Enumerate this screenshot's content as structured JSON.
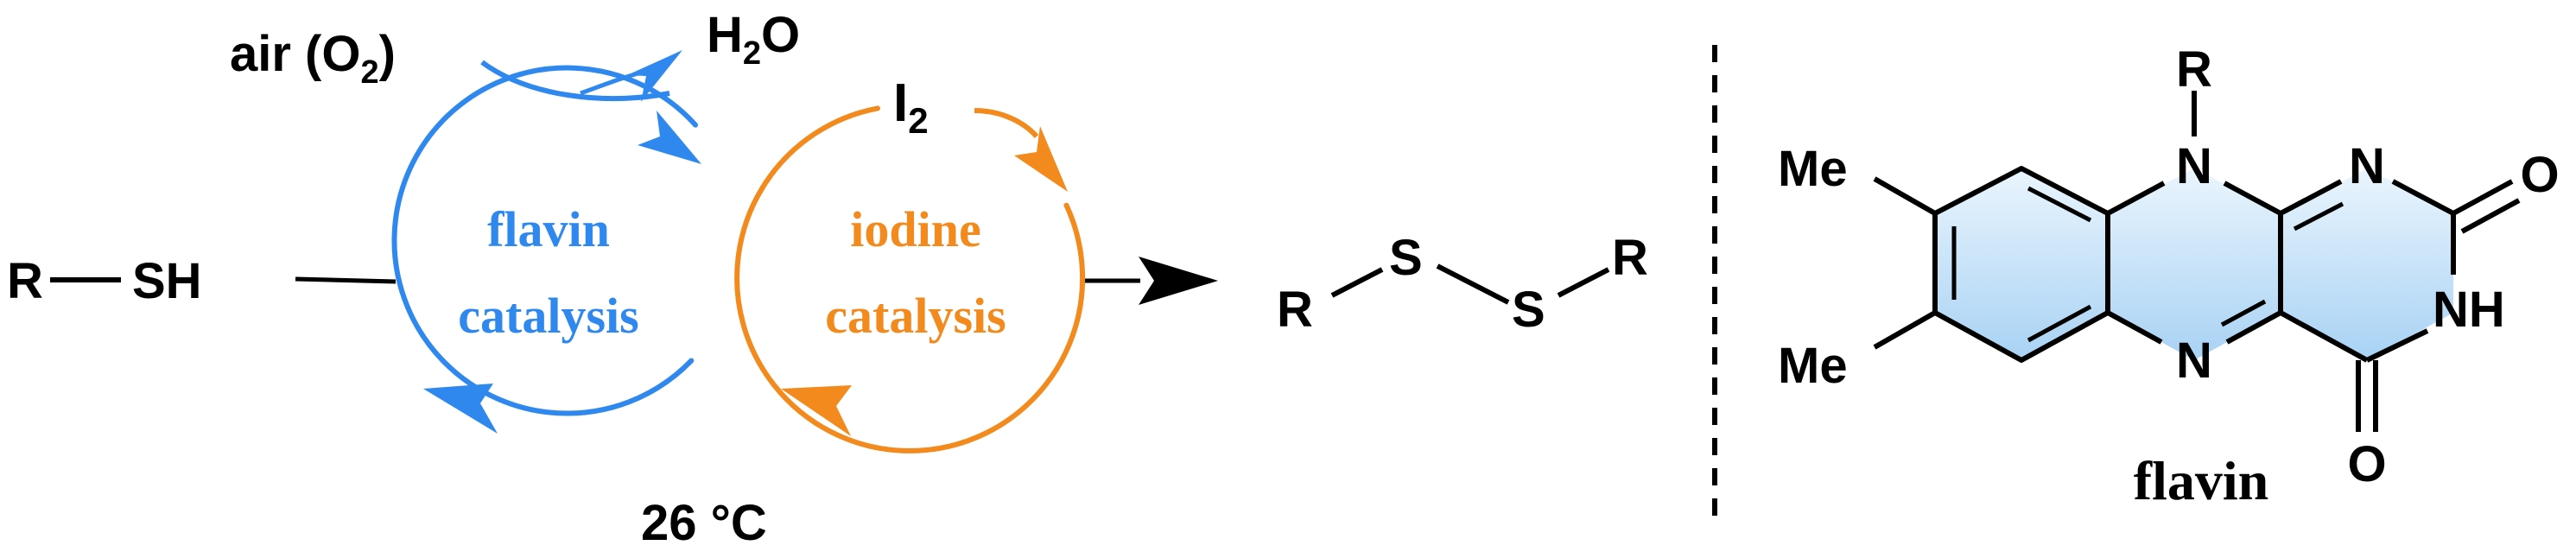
{
  "colors": {
    "flavin_blue": "#2f88ee",
    "iodine_orange": "#f28a1e",
    "ink": "#000000",
    "ring_fill_light": "#eaf5fd",
    "ring_fill_dark": "#a8d2f4"
  },
  "reaction": {
    "substrate": {
      "left": "R",
      "right": "SH"
    },
    "oxidant": {
      "prefix": "air (O",
      "sub": "2",
      "suffix": ")"
    },
    "byproduct": {
      "prefix": "H",
      "sub": "2",
      "suffix": "O"
    },
    "iodine": {
      "prefix": "I",
      "sub": "2"
    },
    "temperature": "26 °C",
    "flavin_cycle": {
      "line1": "flavin",
      "line2": "catalysis"
    },
    "iodine_cycle": {
      "line1": "iodine",
      "line2": "catalysis"
    },
    "product": {
      "r_left": "R",
      "s_left": "S",
      "s_right": "S",
      "r_right": "R"
    }
  },
  "flavin_structure": {
    "substituent_r": "R",
    "n10": "N",
    "n1": "N",
    "n5": "N",
    "o2": "O",
    "o4": "O",
    "nh3": "NH",
    "methyl_top": "Me",
    "methyl_bottom": "Me",
    "caption": "flavin"
  }
}
